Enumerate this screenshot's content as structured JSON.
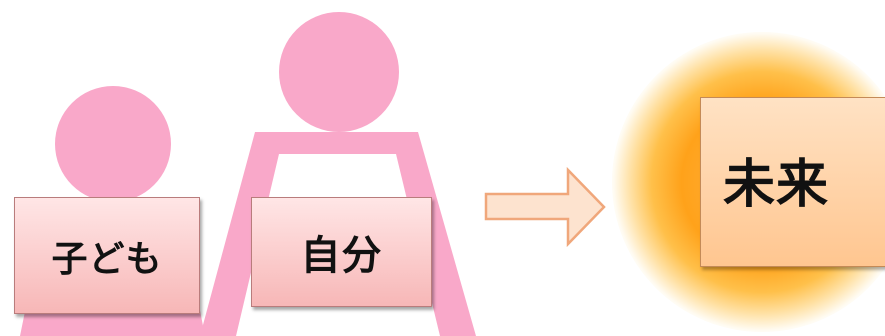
{
  "labels": {
    "child": "子ども",
    "self": "自分",
    "future": "未来"
  },
  "icons": {
    "child_figure": "child-person-icon",
    "adult_figure": "adult-person-icon",
    "arrow": "right-arrow-icon",
    "future_glow": "sun-glow"
  },
  "colors": {
    "figure_pink": "#f9a8c9",
    "label_pink_top": "#ffe6e6",
    "label_pink_bottom": "#f7b7b7",
    "arrow_fill": "#fde3cf",
    "arrow_stroke": "#f0a77b",
    "future_box_top": "#ffe2c4",
    "future_box_bottom": "#ffc690",
    "glow": "#ffa21a"
  }
}
